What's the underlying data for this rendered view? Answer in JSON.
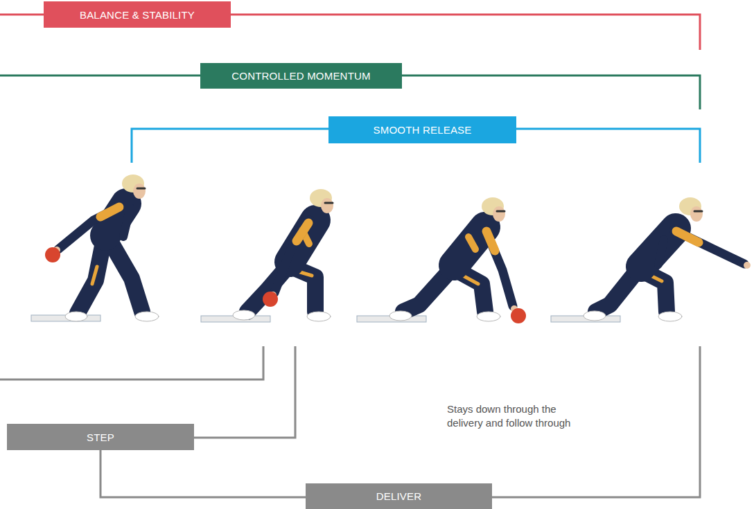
{
  "diagram": {
    "nodes": [
      {
        "text": [
          "BALANCE & STABILITY"
        ]
      },
      {
        "text": [
          "CONTROLLED MOMENTUM"
        ]
      },
      {
        "text": [
          "SMOOTH RELEASE"
        ]
      },
      {
        "text": [
          "STEP"
        ]
      },
      {
        "text": [
          "DELIVER"
        ]
      }
    ],
    "labels": [
      "Stays down through the delivery and follow through"
    ]
  }
}
